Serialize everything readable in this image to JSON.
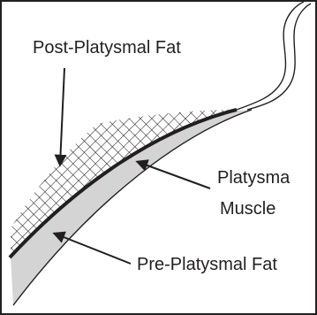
{
  "diagram": {
    "labels": {
      "post_platysmal_fat": "Post-Platysmal Fat",
      "platysma_line1": "Platysma",
      "platysma_line2": "Muscle",
      "pre_platysmal_fat": "Pre-Platysmal Fat"
    },
    "colors": {
      "ink": "#231f20",
      "pre_platysmal_fill": "#d4d4d4",
      "background": "#ffffff"
    }
  }
}
